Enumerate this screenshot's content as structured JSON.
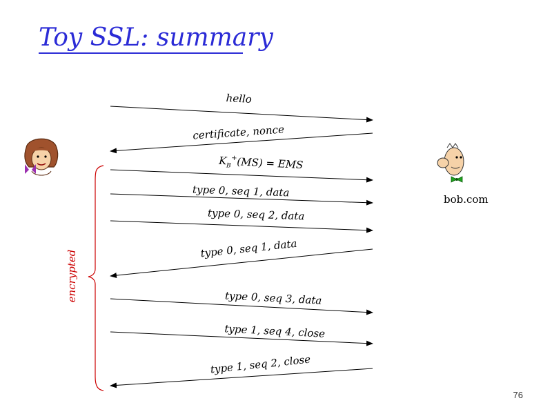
{
  "slide": {
    "title": "Toy SSL: summary",
    "page_number": "76",
    "host_label": "bob.com",
    "encrypted_label": "encrypted"
  },
  "messages": [
    {
      "label": "hello",
      "direction": "to-bob"
    },
    {
      "label": "certificate, nonce",
      "direction": "to-alice"
    },
    {
      "label": "K_B^+(MS) = EMS",
      "direction": "to-bob"
    },
    {
      "label": "type 0, seq 1, data",
      "direction": "to-bob"
    },
    {
      "label": "type 0, seq 2, data",
      "direction": "to-bob"
    },
    {
      "label": "type 0, seq 1, data",
      "direction": "to-alice"
    },
    {
      "label": "type 0, seq 3, data",
      "direction": "to-bob"
    },
    {
      "label": "type 1, seq 4, close",
      "direction": "to-bob"
    },
    {
      "label": "type 1, seq 2, close",
      "direction": "to-alice"
    }
  ],
  "icons": {
    "alice": "alice-cartoon-icon",
    "bob": "bob-cartoon-icon"
  },
  "colors": {
    "title": "#2b2bd6",
    "encrypted": "#cc0000"
  }
}
